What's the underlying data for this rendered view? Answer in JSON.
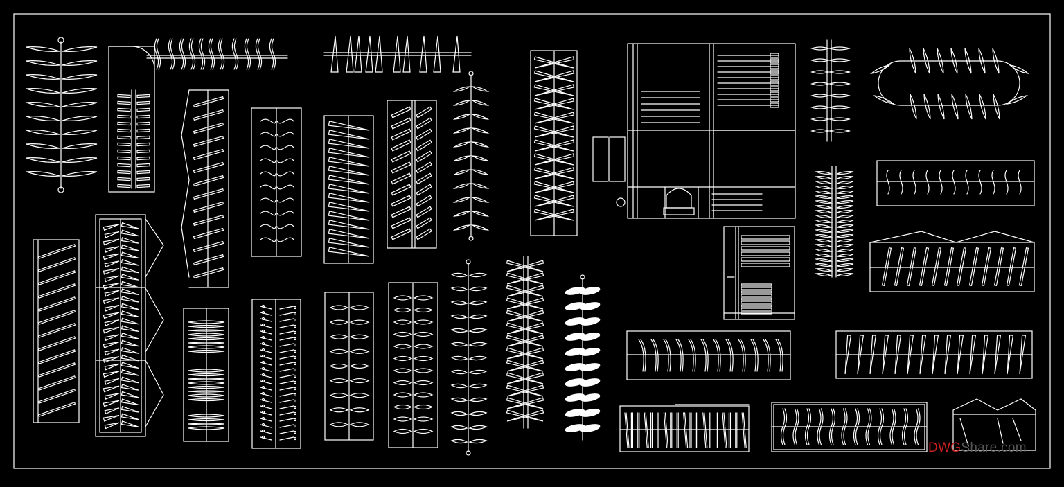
{
  "watermark": {
    "part1": "DWG",
    "part2": "Share.com"
  },
  "colors": {
    "background": "#000000",
    "line": "#ffffff",
    "watermark_red": "#c8201e",
    "watermark_gray": "#555555"
  },
  "blocks": [
    "hanger-rail-tall-1",
    "wardrobe-folding-door",
    "hanger-rail-top-1",
    "wardrobe-angled-hangers",
    "wardrobe-curved-hangers",
    "hanger-rail-top-2",
    "wardrobe-triangle-hangers",
    "wardrobe-double-hangers",
    "hanger-rail-tall-2",
    "wardrobe-zigzag-hangers",
    "walk-in-closet-plan",
    "hanger-rail-short",
    "oval-rotary-rack",
    "wardrobe-tall-angled-1",
    "wardrobe-double-folded",
    "wardrobe-stacked-fans",
    "wardrobe-pins-stacked",
    "wardrobe-bow-hangers",
    "wardrobe-bow-hangers-2",
    "hanger-rail-tall-3",
    "zigzag-rail",
    "solid-hanger-rail",
    "wardrobe-plan-small",
    "stacked-fan-rail",
    "wardrobe-wide-s-hangers",
    "wardrobe-wide-angled-roof",
    "wardrobe-wide-curved",
    "wardrobe-wide-slanted",
    "wardrobe-wide-vertical",
    "wardrobe-wide-s-hangers-2",
    "wardrobe-small-roof"
  ]
}
